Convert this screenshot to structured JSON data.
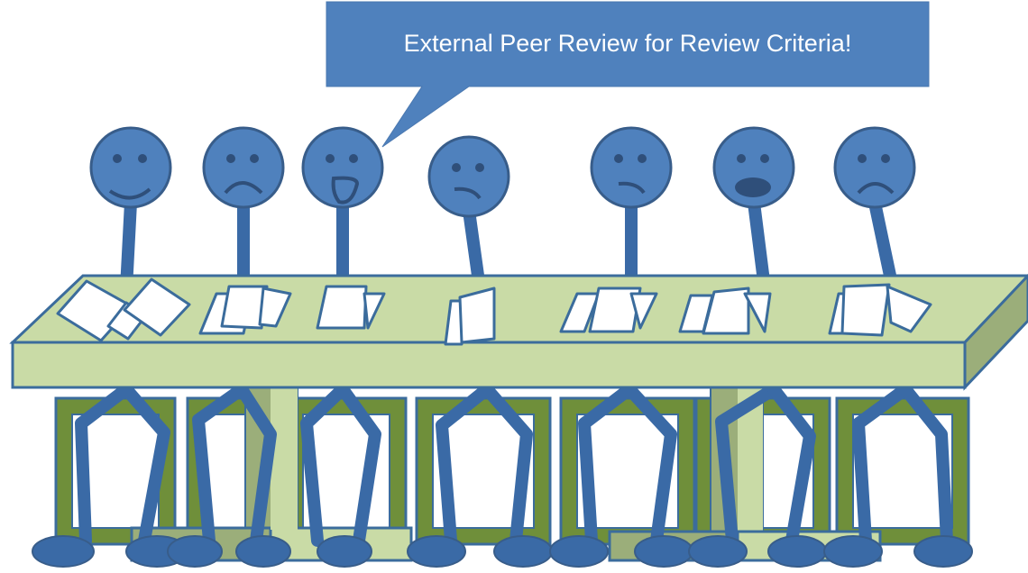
{
  "speech_bubble": {
    "text": "External Peer Review for Review Criteria!"
  },
  "colors": {
    "figure_fill": "#4f81bd",
    "figure_stroke": "#385d8a",
    "limb": "#3a6aa6",
    "table_top": "#c9dba6",
    "table_side": "#9bae7a",
    "table_stroke": "#3b6c9c",
    "chair_frame": "#6f8f3a",
    "chair_inner": "#ffffff",
    "paper": "#ffffff",
    "bubble_fill": "#4f81bd",
    "bubble_text": "#ffffff"
  },
  "reviewers": [
    {
      "expression": "smile"
    },
    {
      "expression": "frown"
    },
    {
      "expression": "open-smile"
    },
    {
      "expression": "skeptical"
    },
    {
      "expression": "skeptical"
    },
    {
      "expression": "shocked"
    },
    {
      "expression": "frown"
    }
  ]
}
